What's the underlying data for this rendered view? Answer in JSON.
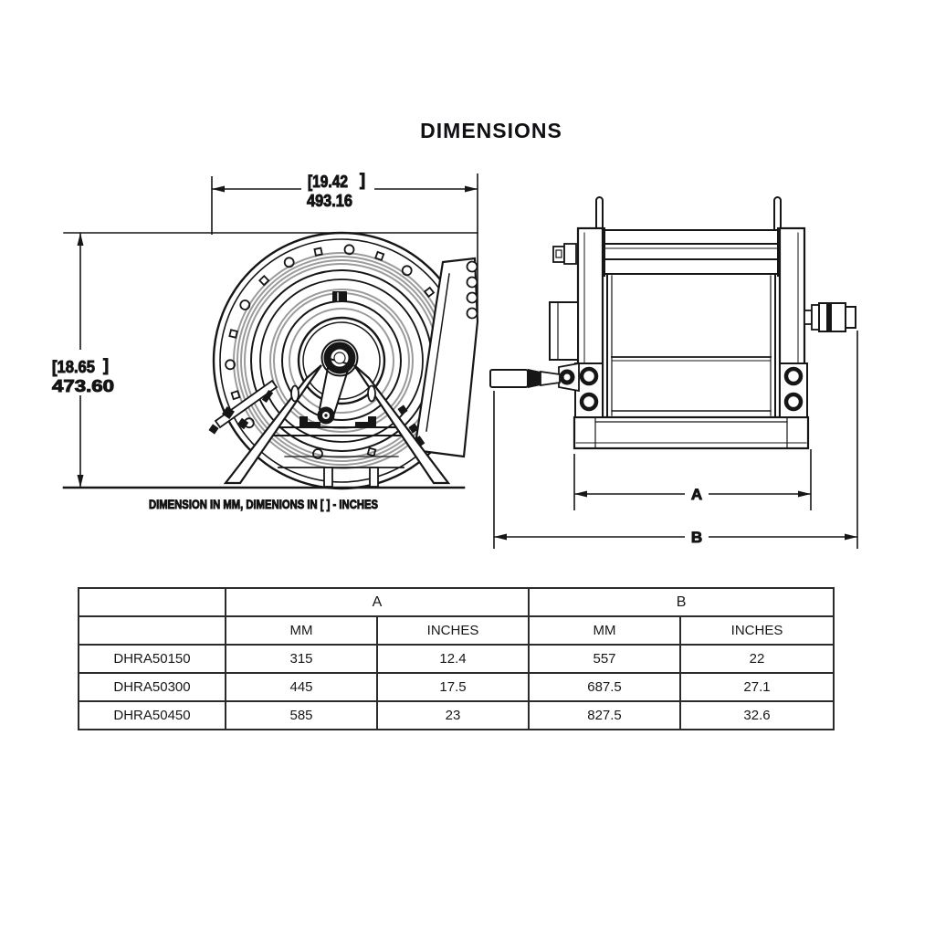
{
  "title": "DIMENSIONS",
  "front_view": {
    "name": "hose reel front view",
    "width_dim": {
      "inches": "[19.42",
      "bracket": "]",
      "mm": "493.16"
    },
    "height_dim": {
      "inches": "[18.65",
      "bracket": "]",
      "mm": "473.60"
    },
    "caption": "DIMENSION IN MM,  DIMENIONS IN [ ] - INCHES"
  },
  "side_view": {
    "name": "hose reel side view",
    "dim_a_label": "A",
    "dim_b_label": "B"
  },
  "table": {
    "group_headers": {
      "a": "A",
      "b": "B"
    },
    "sub_headers": [
      "MM",
      "INCHES",
      "MM",
      "INCHES"
    ],
    "rows": [
      {
        "cells": [
          "DHRA50150",
          "315",
          "12.4",
          "557",
          "22"
        ]
      },
      {
        "cells": [
          "DHRA50300",
          "445",
          "17.5",
          "687.5",
          "27.1"
        ]
      },
      {
        "cells": [
          "DHRA50450",
          "585",
          "23",
          "827.5",
          "32.6"
        ]
      }
    ]
  },
  "colors": {
    "line": "#161616",
    "hose_gray": "#9b9b9b",
    "background": "#ffffff"
  }
}
